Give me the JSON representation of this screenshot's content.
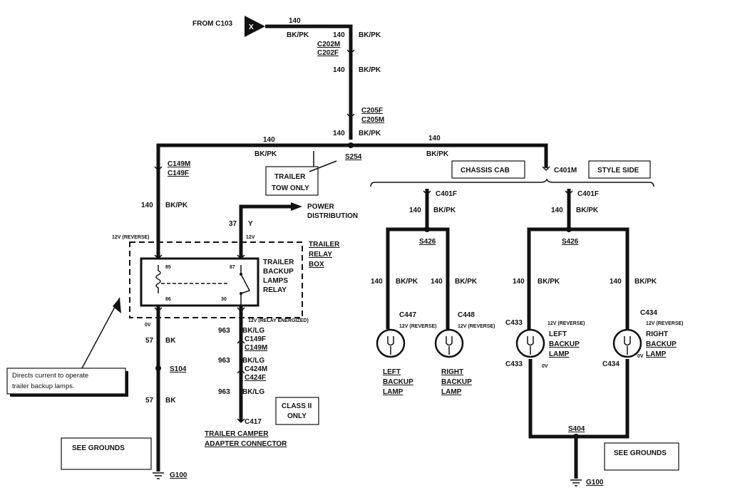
{
  "from": "FROM C103",
  "x_mark": "X",
  "wires": {
    "c140": "140",
    "bkpk": "BK/PK",
    "c37": "37",
    "y": "Y",
    "c57": "57",
    "bk": "BK",
    "c963": "963",
    "bklg": "BK/LG"
  },
  "connectors": {
    "c202m": "C202M",
    "c202f": "C202F",
    "c205f": "C205F",
    "c205m": "C205M",
    "c149m": "C149M",
    "c149f": "C149F",
    "c424m": "C424M",
    "c424f": "C424F",
    "c401f": "C401F",
    "c401m": "C401M",
    "c447": "C447",
    "c448": "C448",
    "c433": "C433",
    "c434": "C434",
    "c417": "C417"
  },
  "splices": {
    "s254": "S254",
    "s104": "S104",
    "s426": "S426",
    "s404": "S404"
  },
  "grounds": {
    "g100": "G100"
  },
  "voltages": {
    "v12rev": "12V (REVERSE)",
    "v12": "12V",
    "v12relay": "12V (RELAY ENERGIZED)",
    "v0": "0V",
    "v0b": "0V"
  },
  "pins": {
    "p85": "85",
    "p86": "86",
    "p87": "87",
    "p30": "30"
  },
  "labels": {
    "power1": "POWER",
    "power2": "DISTRIBUTION",
    "trailer_tow1": "TRAILER",
    "trailer_tow2": "TOW ONLY",
    "relay_box1": "TRAILER",
    "relay_box2": "RELAY",
    "relay_box3": "BOX",
    "relay1": "TRAILER",
    "relay2": "BACKUP",
    "relay3": "LAMPS",
    "relay4": "RELAY",
    "chassis_cab": "CHASSIS CAB",
    "style_side": "STYLE SIDE",
    "class2a": "CLASS II",
    "class2b": "ONLY",
    "adapter1": "TRAILER CAMPER",
    "adapter2": "ADAPTER CONNECTOR",
    "see_grounds": "SEE GROUNDS",
    "note1": "Directs current to  operate",
    "note2": "trailer backup lamps.",
    "left": "LEFT",
    "right": "RIGHT",
    "backup": "BACKUP",
    "lamp": "LAMP"
  }
}
